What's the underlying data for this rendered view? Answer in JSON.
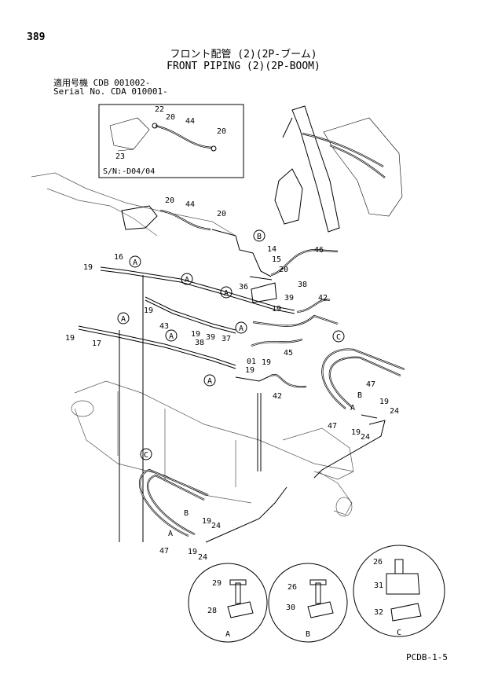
{
  "header": {
    "page_number": "389",
    "title_jp": "フロント配管 (2)(2P-ブーム)",
    "title_en": "FRONT PIPING (2)(2P-BOOM)",
    "serial_line1": "適用号機 CDB 001002-",
    "serial_line2": "Serial No. CDA 010001-"
  },
  "inset": {
    "note": "S/N:-D04/04"
  },
  "labels": {
    "p22": "22",
    "p20a": "20",
    "p44a": "44",
    "p20b": "20",
    "p23": "23",
    "p20c": "20",
    "p44b": "44",
    "p20d": "20",
    "p46": "46",
    "p14": "14",
    "p15": "15",
    "p20e": "20",
    "p38a": "38",
    "p36": "36",
    "p39a": "39",
    "p42a": "42",
    "p19a": "19",
    "p16": "16",
    "p19b": "19",
    "p43": "43",
    "p19c": "19",
    "p39b": "39",
    "p38b": "38",
    "p37": "37",
    "p45": "45",
    "p01": "01",
    "p19d": "19",
    "p19e": "19",
    "p42b": "42",
    "p19f": "19",
    "p17": "17",
    "p47a": "47",
    "p19g": "19",
    "p24a": "24",
    "p47b": "47",
    "p19h": "19",
    "p24b": "24",
    "pBa": "B",
    "pAa": "A",
    "p19i": "19",
    "p24c": "24",
    "p47c": "47",
    "p19j": "19",
    "p24d": "24",
    "pBb": "B",
    "pAb": "A"
  },
  "callouts": [
    "A",
    "A",
    "A",
    "A",
    "A",
    "A",
    "A",
    "B",
    "C",
    "C"
  ],
  "details": {
    "A": {
      "bolt": "29",
      "clamp": "28",
      "tag": "A"
    },
    "B": {
      "bolt": "26",
      "clamp": "30",
      "tag": "B"
    },
    "C": {
      "bolt": "26",
      "upper": "31",
      "lower": "32",
      "tag": "C"
    }
  },
  "footer": {
    "code": "PCDB-1-5"
  }
}
